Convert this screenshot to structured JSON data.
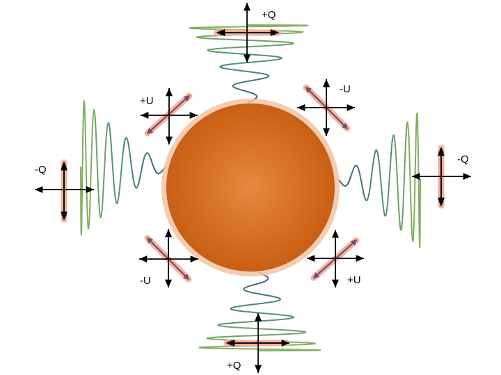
{
  "diagram": {
    "labels": {
      "top": "+Q",
      "bottom": "+Q",
      "left": "-Q",
      "right": "-Q",
      "upper_left": "+U",
      "upper_right": "-U",
      "lower_left": "-U",
      "lower_right": "+U"
    },
    "colors": {
      "sphere_inner": "#e8883e",
      "sphere_outer": "#c85f14",
      "halo": "#f0c4a6",
      "wave_near": "#34607e",
      "wave_mid": "#4f8a7a",
      "wave_far": "#8db55a",
      "polarization_fill": "#f3b39a",
      "polarization_core": "#7a4a6e",
      "axis": "#000000"
    }
  }
}
